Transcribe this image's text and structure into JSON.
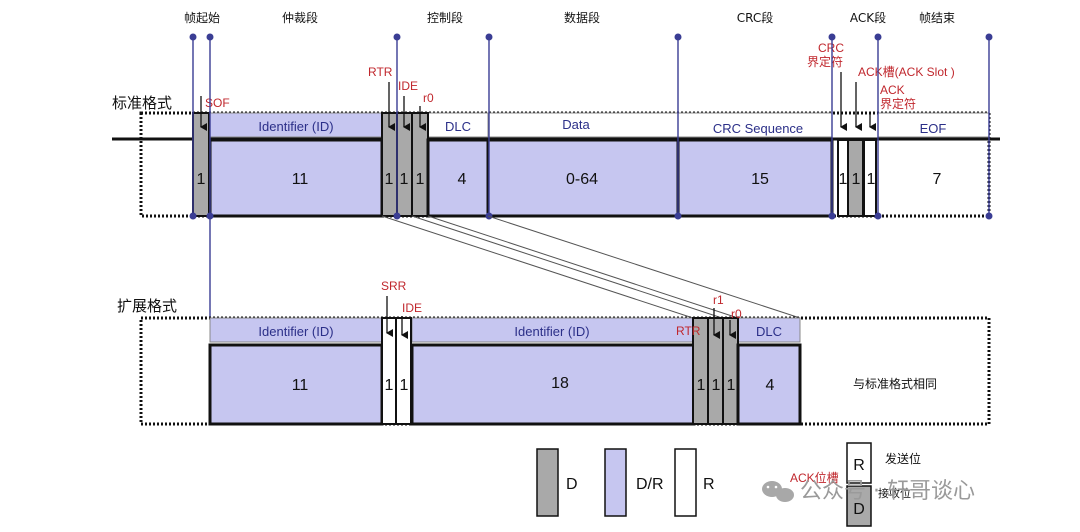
{
  "segments": {
    "sof": "帧起始",
    "arbitration": "仲裁段",
    "control": "控制段",
    "data": "数据段",
    "crc": "CRC段",
    "ack": "ACK段",
    "eof": "帧结束"
  },
  "standard": {
    "title": "标准格式",
    "sof_label": "SOF",
    "rtr_label": "RTR",
    "ide_label": "IDE",
    "r0_label": "r0",
    "crc_delim_label_1": "CRC",
    "crc_delim_label_2": "界定符",
    "ack_slot_label": "ACK槽(ACK Slot )",
    "ack_delim_label_1": "ACK",
    "ack_delim_label_2": "界定符",
    "field_identifier": "Identifier (ID)",
    "field_dlc": "DLC",
    "field_data": "Data",
    "field_crc": "CRC Sequence",
    "field_eof": "EOF",
    "bits": {
      "sof": "1",
      "identifier": "11",
      "rtr": "1",
      "ide": "1",
      "r0": "1",
      "dlc": "4",
      "data": "0-64",
      "crc": "15",
      "crc_delim": "1",
      "ack_slot": "1",
      "ack_delim": "1",
      "eof": "7"
    }
  },
  "extended": {
    "title": "扩展格式",
    "srr_label": "SRR",
    "ide_label": "IDE",
    "rtr_label": "RTR",
    "r1_label": "r1",
    "r0_label": "r0",
    "field_identifier_a": "Identifier (ID)",
    "field_identifier_b": "Identifier (ID)",
    "field_dlc": "DLC",
    "same_as_standard": "与标准格式相同",
    "bits": {
      "identifier_a": "11",
      "srr": "1",
      "ide": "1",
      "identifier_b": "18",
      "rtr": "1",
      "r1": "1",
      "r0": "1",
      "dlc": "4"
    }
  },
  "legend": {
    "dominant": "D",
    "dr": "D/R",
    "recessive": "R",
    "ack_slot": "ACK位槽",
    "send_bit": "发送位",
    "receive_bit": "接收位",
    "send_letter": "R",
    "receive_letter": "D"
  },
  "watermark": "公众号 · 轩哥谈心",
  "colors": {
    "dr_fill": "#c6c6f0",
    "d_fill": "#a9a9a9",
    "r_fill": "#ffffff",
    "label_red": "#c0272d",
    "line_blue": "#3a3d94",
    "text_blue": "#2b2f88"
  }
}
